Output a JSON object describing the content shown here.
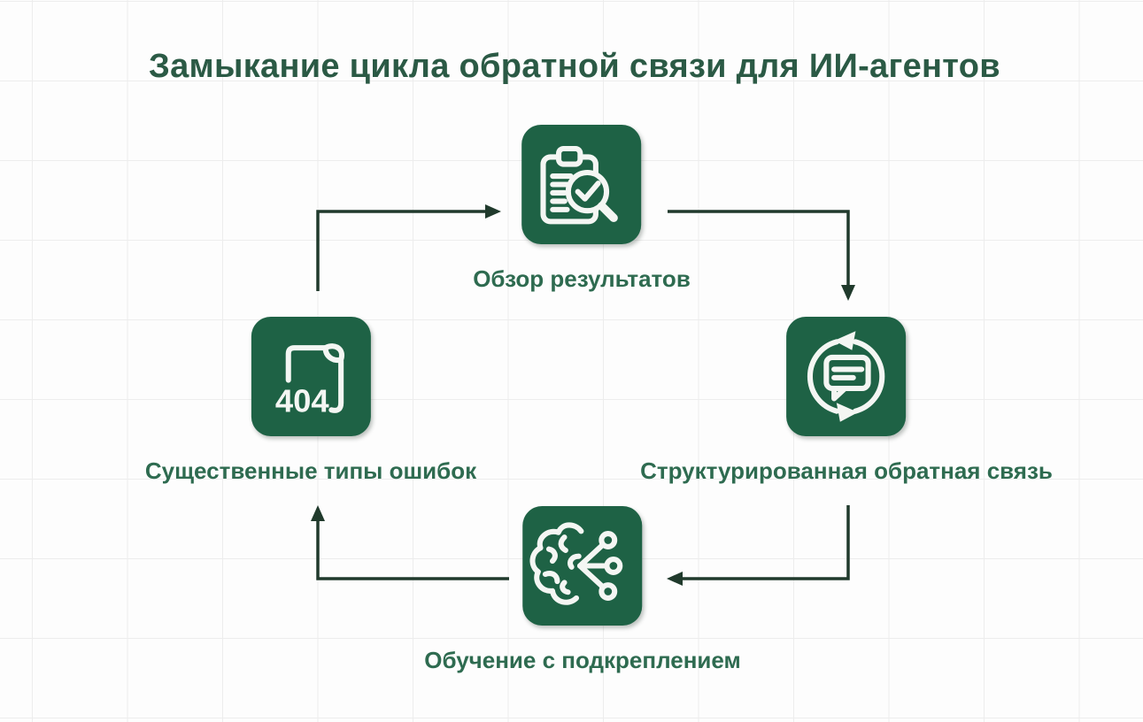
{
  "title": "Замыкание цикла обратной связи для ИИ-агентов",
  "colors": {
    "box_green": "#1e6245",
    "title_green": "#2b5a45",
    "label_green": "#2e6b50",
    "arrow_dark": "#203a2c",
    "grid_line": "#ededed",
    "background": "#fdfdfd",
    "icon_stroke": "#f4f6f3"
  },
  "nodes": [
    {
      "id": "results-review",
      "position": "top",
      "label": "Обзор результатов",
      "icon": "clipboard-check-magnifier-icon"
    },
    {
      "id": "structured-feedback",
      "position": "right",
      "label": "Структурированная обратная связь",
      "icon": "chat-bubble-refresh-icon"
    },
    {
      "id": "reinforcement-learning",
      "position": "bottom",
      "label": "Обучение с подкреплением",
      "icon": "brain-network-icon"
    },
    {
      "id": "error-types",
      "position": "left",
      "label": "Существенные типы ошибок",
      "icon": "page-404-icon",
      "icon_text": "404"
    }
  ],
  "flow": [
    {
      "from": "error-types",
      "to": "results-review"
    },
    {
      "from": "results-review",
      "to": "structured-feedback"
    },
    {
      "from": "structured-feedback",
      "to": "reinforcement-learning"
    },
    {
      "from": "reinforcement-learning",
      "to": "error-types"
    }
  ]
}
